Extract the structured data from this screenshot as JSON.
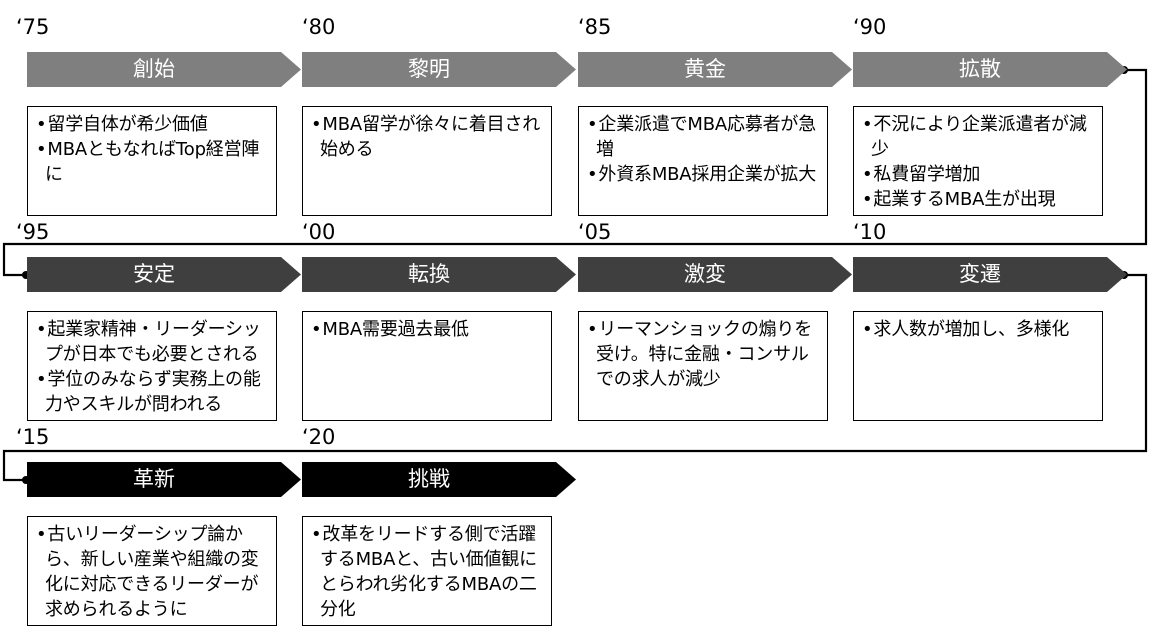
{
  "rows": [
    {
      "stages": [
        {
          "year": "‘75",
          "phase": "創始",
          "points": [
            "留学自体が希少価値",
            "MBAともなればTop経営陣に"
          ]
        },
        {
          "year": "‘80",
          "phase": "黎明",
          "points": [
            "MBA留学が徐々に着目され始める"
          ]
        },
        {
          "year": "‘85",
          "phase": "黄金",
          "points": [
            "企業派遣でMBA応募者が急増",
            "外資系MBA採用企業が拡大"
          ]
        },
        {
          "year": "‘90",
          "phase": "拡散",
          "points": [
            "不況により企業派遣者が減少",
            "私費留学増加",
            "起業するMBA生が出現"
          ]
        }
      ]
    },
    {
      "stages": [
        {
          "year": "‘95",
          "phase": "安定",
          "points": [
            "起業家精神・リーダーシップが日本でも必要とされる",
            "学位のみならず実務上の能力やスキルが問われる"
          ]
        },
        {
          "year": "‘00",
          "phase": "転換",
          "points": [
            "MBA需要過去最低"
          ]
        },
        {
          "year": "‘05",
          "phase": "激変",
          "points": [
            "リーマンショックの煽りを受け。特に金融・コンサルでの求人が減少"
          ]
        },
        {
          "year": "‘10",
          "phase": "変遷",
          "points": [
            "求人数が増加し、多様化"
          ]
        }
      ]
    },
    {
      "stages": [
        {
          "year": "‘15",
          "phase": "革新",
          "points": [
            "古いリーダーシップ論から、新しい産業や組織の変化に対応できるリーダーが求められるように"
          ]
        },
        {
          "year": "‘20",
          "phase": "挑戦",
          "points": [
            "改革をリードする側で活躍するMBAと、古い価値観にとらわれ劣化するMBAの二分化"
          ]
        }
      ]
    }
  ],
  "colors": {
    "row1_phase": "#7f7f7f",
    "row2_phase": "#3f3f3f",
    "row3_phase": "#000000",
    "connector": "#000000"
  }
}
